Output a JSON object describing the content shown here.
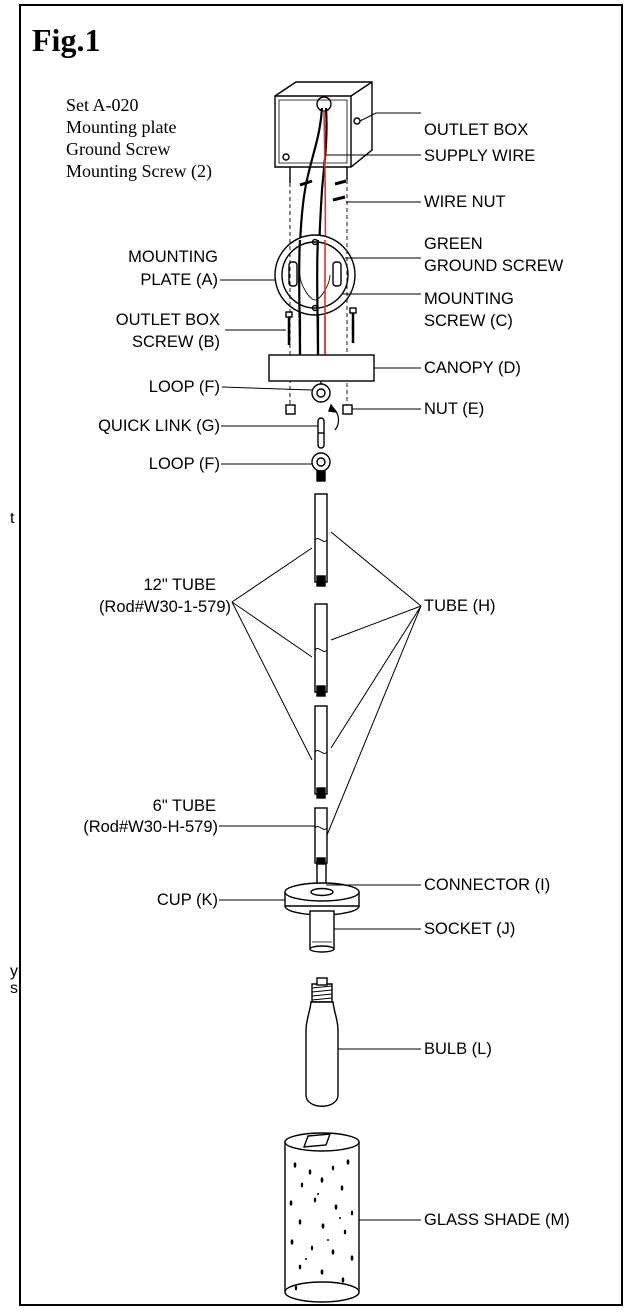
{
  "figure": {
    "title": "Fig.1"
  },
  "set_list": [
    "Set A-020",
    "Mounting plate",
    "Ground Screw",
    "Mounting Screw (2)"
  ],
  "labels": {
    "outlet_box": "OUTLET BOX",
    "supply_wire": "SUPPLY WIRE",
    "wire_nut": "WIRE NUT",
    "green_ground_1": "GREEN",
    "green_ground_2": "GROUND SCREW",
    "mounting_plate_1": "MOUNTING",
    "mounting_plate_2": "PLATE (A)",
    "mounting_screw_1": "MOUNTING",
    "mounting_screw_2": "SCREW (C)",
    "outlet_box_screw_1": "OUTLET BOX",
    "outlet_box_screw_2": "SCREW (B)",
    "canopy": "CANOPY (D)",
    "loop_top": "LOOP (F)",
    "nut": "NUT (E)",
    "quick_link": "QUICK LINK (G)",
    "loop_bottom": "LOOP (F)",
    "tube12_1": "12\" TUBE",
    "tube12_2": "(Rod#W30-1-579)",
    "tube": "TUBE (H)",
    "tube6_1": "6\" TUBE",
    "tube6_2": "(Rod#W30-H-579)",
    "connector": "CONNECTOR (I)",
    "cup": "CUP (K)",
    "socket": "SOCKET (J)",
    "bulb": "BULB (L)",
    "glass_shade": "GLASS SHADE (M)"
  },
  "margin_fragments": [
    "t",
    "y",
    "s"
  ]
}
